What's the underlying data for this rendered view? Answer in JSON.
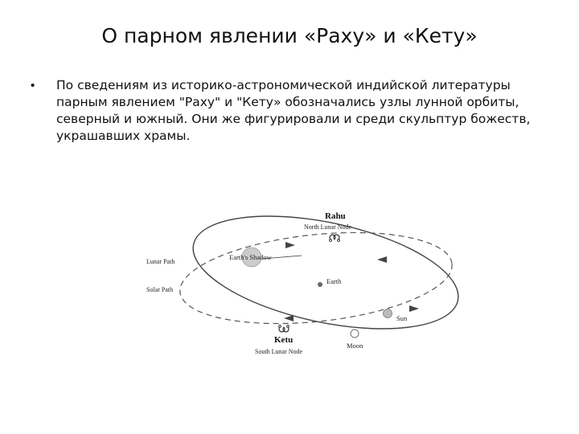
{
  "slide": {
    "title": "О парном явлении «Раху» и «Кету»",
    "bullet_symbol": "•",
    "bullet_text": "По сведениям из историко-астрономической индийской литературы парным явлением \"Раху\" и \"Кету» обозначались узлы лунной орбиты, северный и южный. Они же фигурировали и среди скульптур божеств, украшавших храмы."
  },
  "diagram": {
    "rahu_label": "Rahu",
    "north_node_label": "North Lunar Node",
    "shadow_label": "Earth's Shadow",
    "lunar_path_label": "Lunar Path",
    "earth_label": "Earth",
    "solar_path_label": "Solar Path",
    "sun_label": "Sun",
    "ketu_label": "Ketu",
    "moon_label": "Moon",
    "south_node_label": "South Lunar Node",
    "symbols": [
      "ascending-node-icon",
      "descending-node-icon"
    ]
  }
}
